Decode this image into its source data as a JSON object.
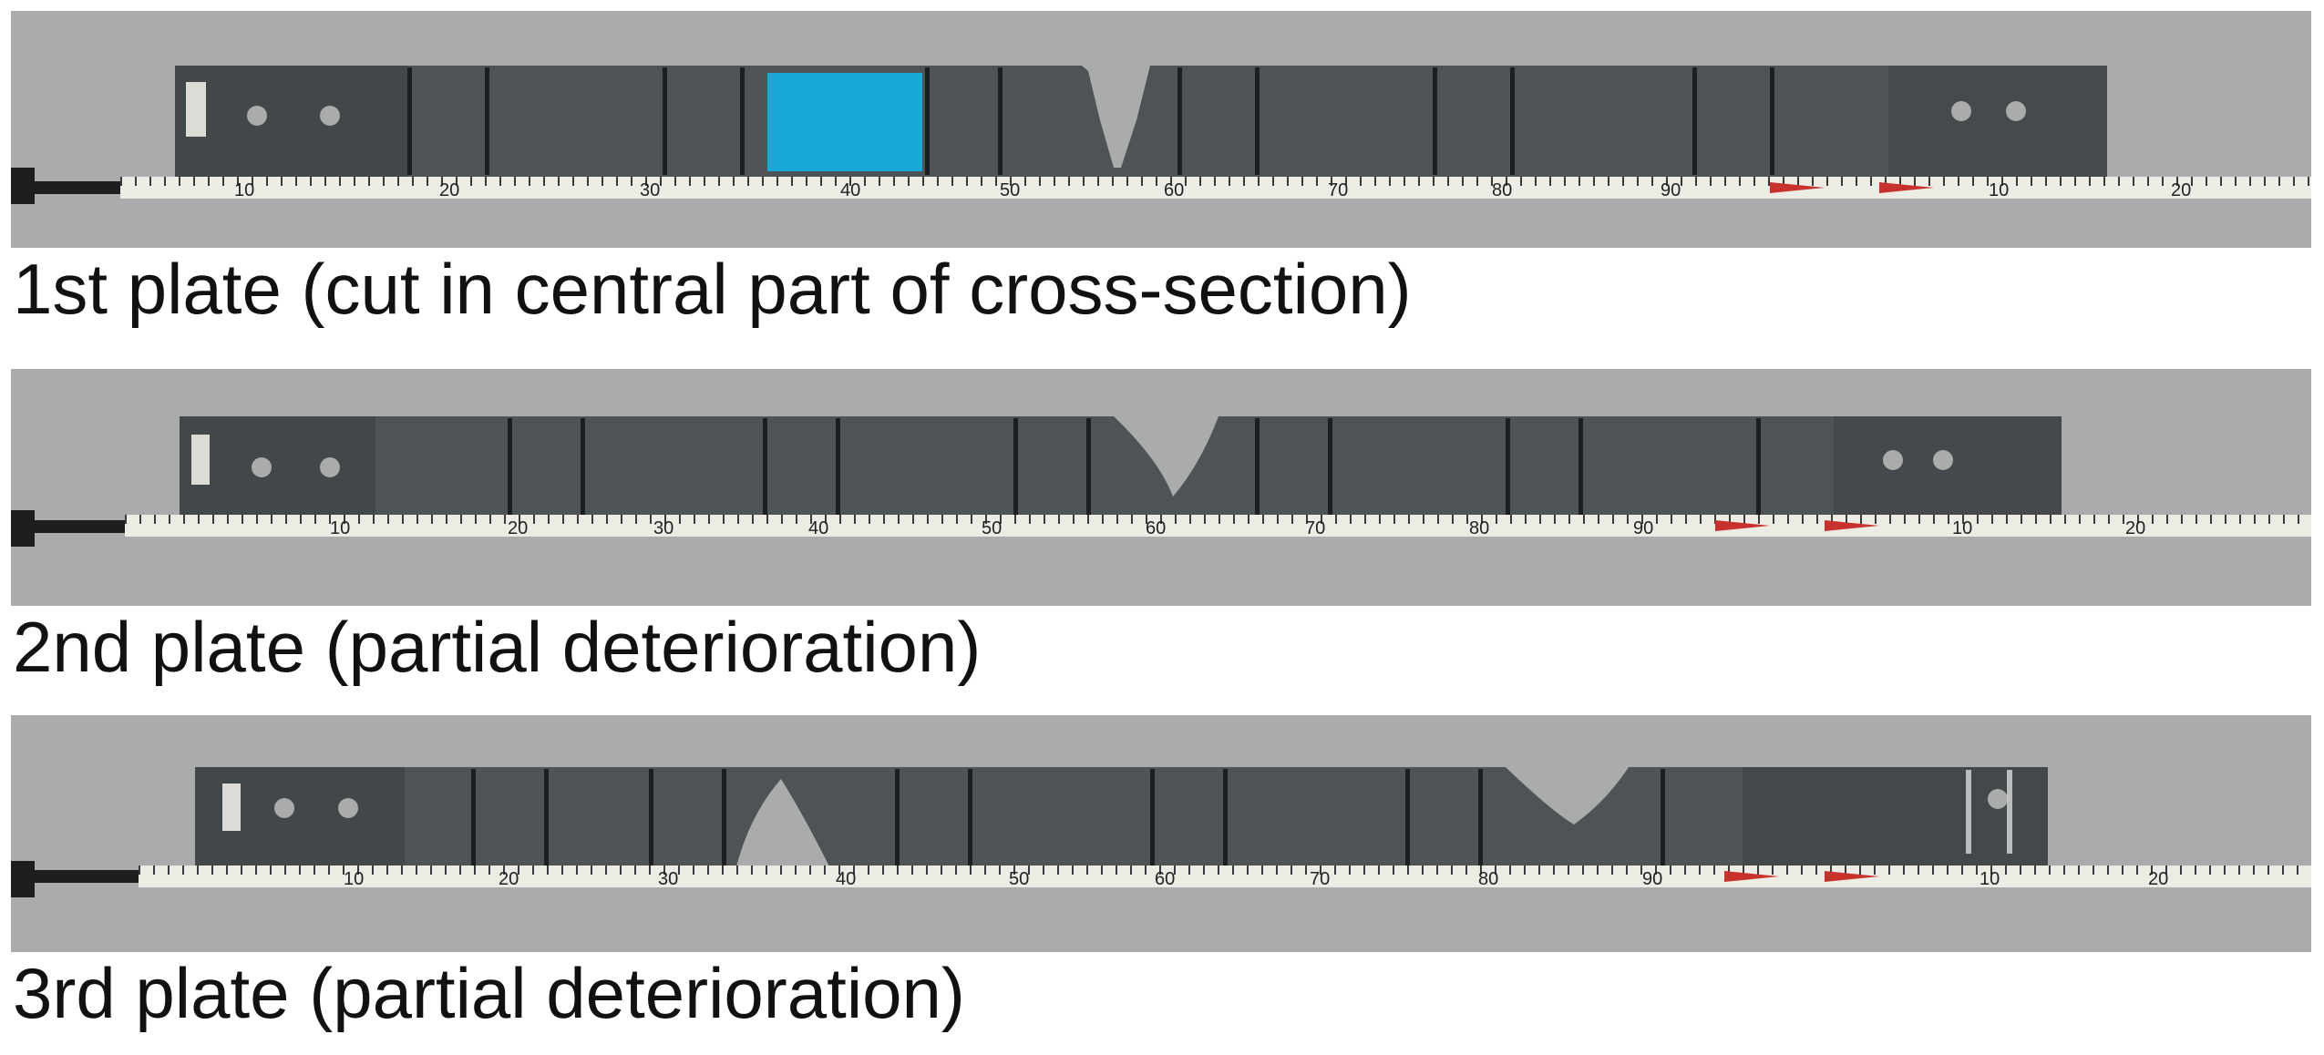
{
  "palette": {
    "background": "#a9acaa",
    "plate": "#4e5356",
    "plate_dark": "#3b4043",
    "weld": "#1c1e20",
    "tape": "#ecebe4",
    "tape_ticks": "#3a3a3a",
    "tape_red": "#c8322c",
    "sticker": "#18a9d9"
  },
  "tape_numbers": [
    "10",
    "20",
    "30",
    "40",
    "50",
    "60",
    "70",
    "80",
    "90",
    "10",
    "20"
  ],
  "plates": [
    {
      "caption": "1st plate (cut in central part of cross-section)"
    },
    {
      "caption": "2nd plate (partial deterioration)"
    },
    {
      "caption": "3rd plate (partial deterioration)"
    }
  ]
}
